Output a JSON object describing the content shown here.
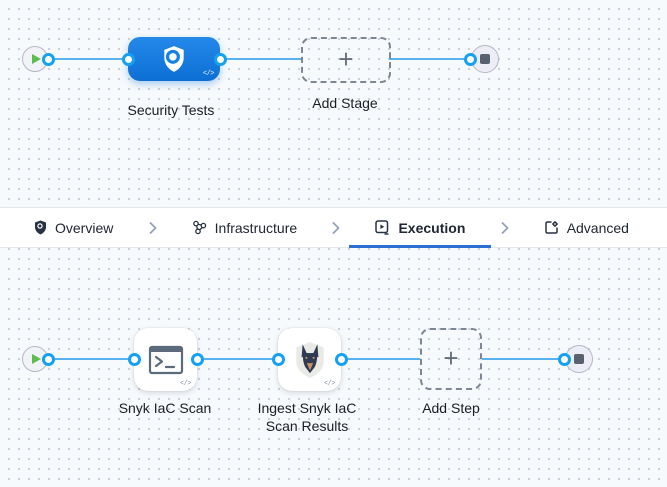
{
  "stage_flow": {
    "stage_label": "Security Tests",
    "add_stage_label": "Add Stage",
    "plus": "+",
    "code_badge": "</>"
  },
  "tabs": {
    "items": [
      {
        "label": "Overview"
      },
      {
        "label": "Infrastructure"
      },
      {
        "label": "Execution"
      },
      {
        "label": "Advanced"
      }
    ],
    "active": "Execution"
  },
  "step_flow": {
    "steps": [
      {
        "label": "Snyk IaC Scan"
      },
      {
        "label": "Ingest Snyk IaC Scan Results"
      }
    ],
    "add_step_label": "Add Step",
    "plus": "+",
    "code_badge": "</>"
  },
  "colors": {
    "connector_line": "#57B2EF",
    "connector_ring": "#13A0F5",
    "stage_blue": "#1581E3",
    "active_tab_underline": "#2D6FD3",
    "start_green": "#5CBD4E"
  }
}
